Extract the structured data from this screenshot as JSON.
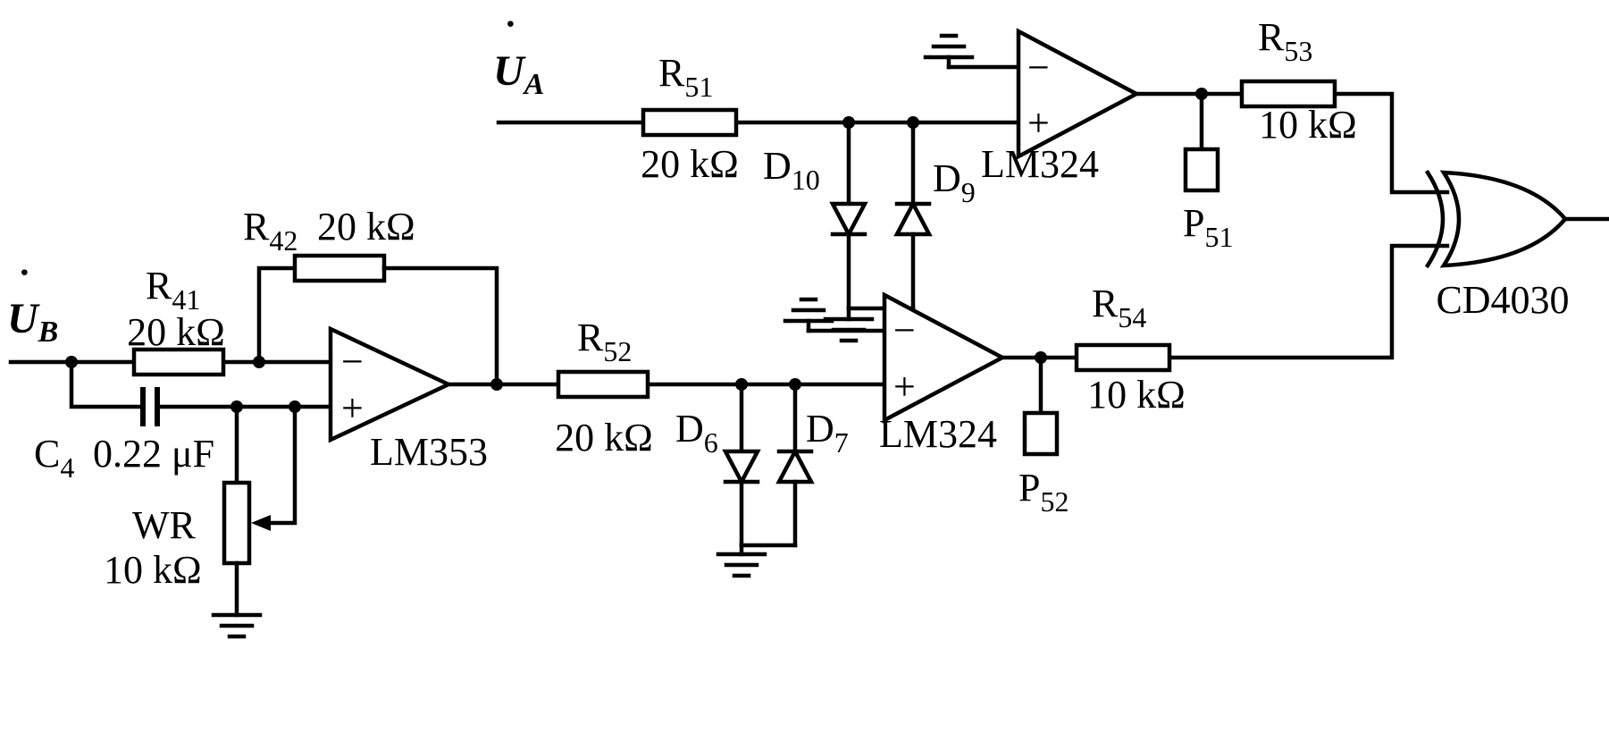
{
  "signals": {
    "input_a": {
      "name": "U",
      "dot": "˙",
      "sub": "A"
    },
    "input_b": {
      "name": "U",
      "dot": "˙",
      "sub": "B"
    }
  },
  "components": {
    "r41": {
      "name": "R",
      "sub": "41",
      "value": "20 kΩ"
    },
    "r42": {
      "name": "R",
      "sub": "42",
      "value": "20 kΩ"
    },
    "r51": {
      "name": "R",
      "sub": "51",
      "value": "20 kΩ"
    },
    "r52": {
      "name": "R",
      "sub": "52",
      "value": "20 kΩ"
    },
    "r53": {
      "name": "R",
      "sub": "53",
      "value": "10 kΩ"
    },
    "r54": {
      "name": "R",
      "sub": "54",
      "value": "10 kΩ"
    },
    "c4": {
      "name": "C",
      "sub": "4",
      "value": "0.22 μF"
    },
    "wr": {
      "name": "WR",
      "value": "10 kΩ"
    },
    "d6": {
      "name": "D",
      "sub": "6"
    },
    "d7": {
      "name": "D",
      "sub": "7"
    },
    "d9": {
      "name": "D",
      "sub": "9"
    },
    "d10": {
      "name": "D",
      "sub": "10"
    },
    "p51": {
      "name": "P",
      "sub": "51"
    },
    "p52": {
      "name": "P",
      "sub": "52"
    },
    "opamp_a": {
      "name": "LM324"
    },
    "opamp_b": {
      "name": "LM324"
    },
    "opamp_sum": {
      "name": "LM353"
    },
    "xor": {
      "name": "CD4030"
    }
  },
  "symbols": {
    "plus": "+",
    "minus": "−"
  }
}
